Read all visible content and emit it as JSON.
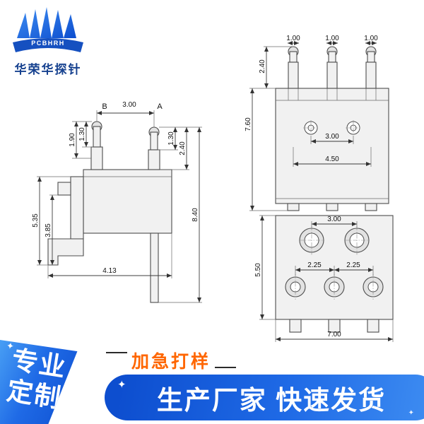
{
  "logo": {
    "brand": "PCBHRH",
    "company": "华荣华探针"
  },
  "side_view": {
    "pin_b_label": "B",
    "pin_a_label": "A",
    "dim_pitch": "3.00",
    "dim_b_tip": "1.30",
    "dim_b_height": "1.90",
    "dim_a_tip": "1.30",
    "dim_a_height": "2.40",
    "dim_total_height": "8.40",
    "dim_bracket_height": "5.35",
    "dim_bracket_inner": "3.85",
    "dim_width": "4.13"
  },
  "front_view": {
    "dim_pin1_w": "1.00",
    "dim_pin2_w": "1.00",
    "dim_pin3_w": "1.00",
    "dim_pin_height": "2.40",
    "dim_body_height": "7.60",
    "dim_hole_pitch": "3.00",
    "dim_outer_pitch": "4.50"
  },
  "bottom_view": {
    "dim_hole_pitch": "3.00",
    "dim_body_height": "5.50",
    "dim_pin_pitch_1": "2.25",
    "dim_pin_pitch_2": "2.25",
    "dim_width": "7.00"
  },
  "banners": {
    "vertical_line1": "专业",
    "vertical_line2": "定制",
    "tag": "加急打样",
    "main": "生产厂家 快速发货"
  },
  "icons": {
    "star": "✦"
  },
  "colors": {
    "brand_blue": "#1f6ae6",
    "deep_blue": "#0d4ecf",
    "accent_orange": "#ff6600",
    "drawing_line": "#3c3c3c"
  }
}
